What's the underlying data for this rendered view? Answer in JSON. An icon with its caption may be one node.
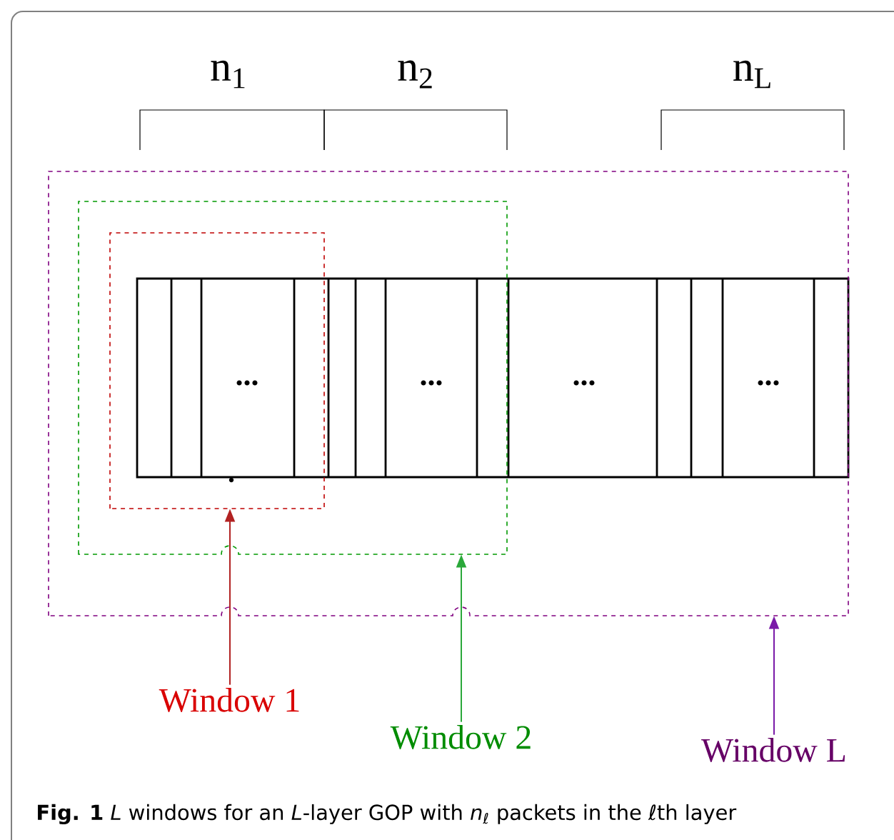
{
  "diagram": {
    "caption": "**Fig. 1** *L* windows for an *L*-layer GOP with *n*$_{ℓ}$ packets in the ℓth layer",
    "nodes": [
      {
        "text": [],
        "shape": "box",
        "in": 1
      },
      {
        "text": [],
        "shape": "box",
        "in": 2
      },
      {
        "text": [],
        "shape": "box"
      },
      {
        "text": [
          "Window 1"
        ]
      },
      {
        "text": [
          "Window 2"
        ]
      },
      {
        "text": [
          "Window L"
        ]
      }
    ],
    "edges": [
      {
        "from": 3,
        "to": 0,
        "arrow": "to",
        "color": "#b22222"
      },
      {
        "from": 4,
        "to": 1,
        "arrow": "to",
        "color": "#2aa83a"
      },
      {
        "from": 5,
        "to": 2,
        "arrow": "to",
        "color": "#7a1aa8"
      }
    ],
    "labels": [
      "n$_{1}$",
      "n$_{2}$",
      "n$_{L}$",
      "...",
      "...",
      "...",
      "..."
    ]
  }
}
